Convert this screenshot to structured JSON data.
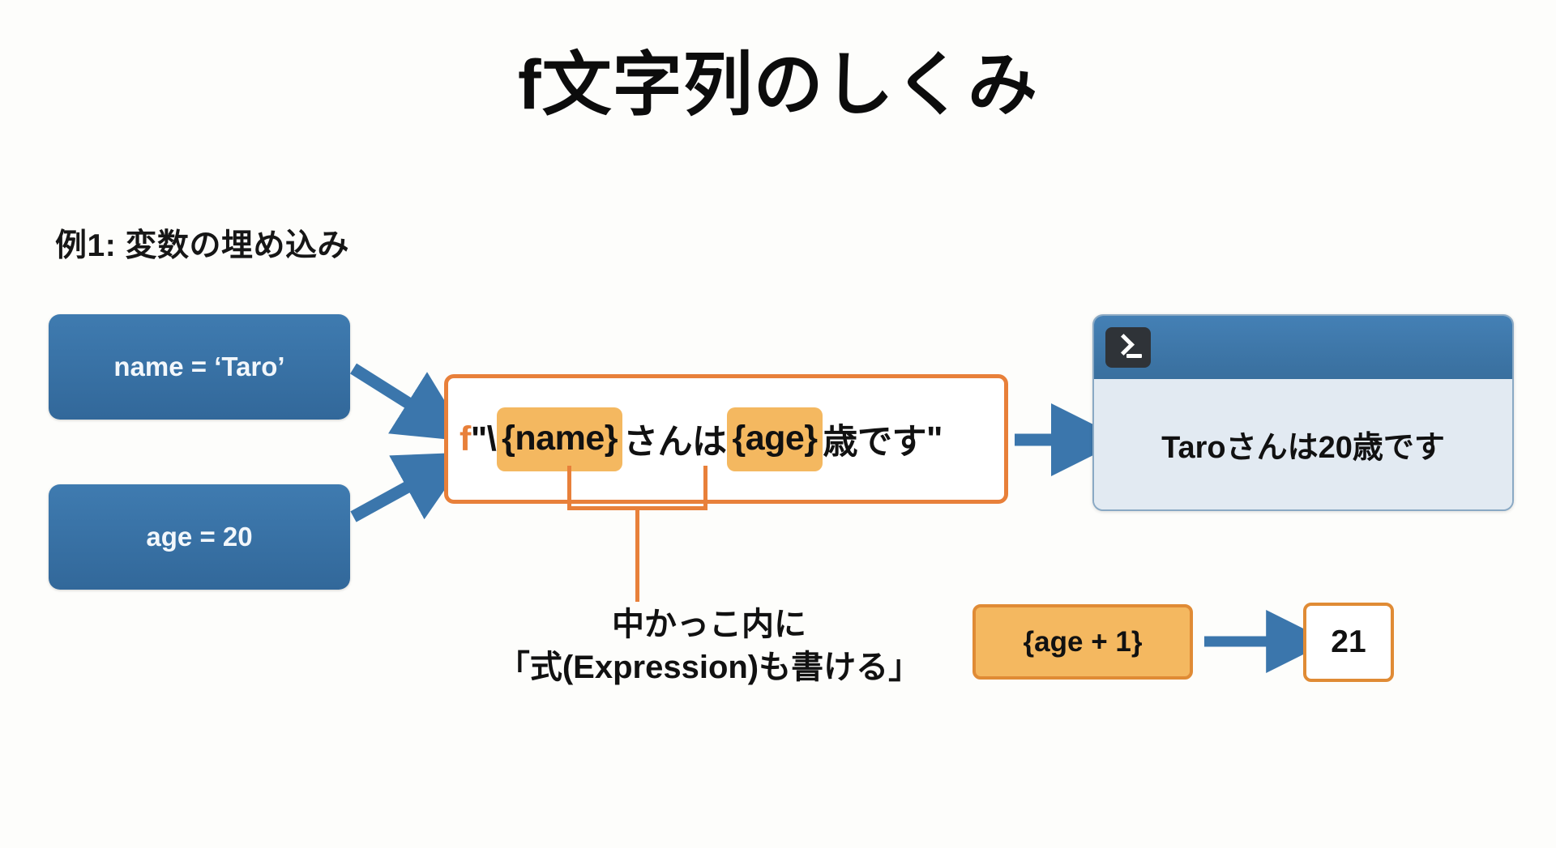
{
  "slide": {
    "title": "f文字列のしくみ",
    "subtitle": "例1: 変数の埋め込み"
  },
  "variables": [
    {
      "name": "var-name",
      "text": "name = ‘Taro’"
    },
    {
      "name": "var-age",
      "text": "age = 20"
    }
  ],
  "fstring": {
    "prefix": "f",
    "open_quote": "\"",
    "backslash": "\\",
    "token_name": "{name}",
    "middle_text": "さんは",
    "token_age": "{age}",
    "tail_text": "歳です",
    "close_quote": "\"",
    "full": "f\"\\{name}さんは{age}歳です\""
  },
  "terminal": {
    "icon": "terminal-prompt-icon",
    "prompt_glyph": ">_",
    "output": "Taroさんは20歳です"
  },
  "annotation": {
    "line1": "中かっこ内に",
    "line2": "「式(Expression)も書ける」"
  },
  "expression_demo": {
    "expression": "{age + 1}",
    "result": "21"
  },
  "colors": {
    "background": "#fdfdfb",
    "blue_box": "#3a74a8",
    "blue_arrow": "#3b76ac",
    "orange_border": "#e8803a",
    "orange_highlight": "#f4b860",
    "terminal_header": "#3f78ab",
    "terminal_body": "#e2eaf2",
    "text_dark": "#111111"
  }
}
